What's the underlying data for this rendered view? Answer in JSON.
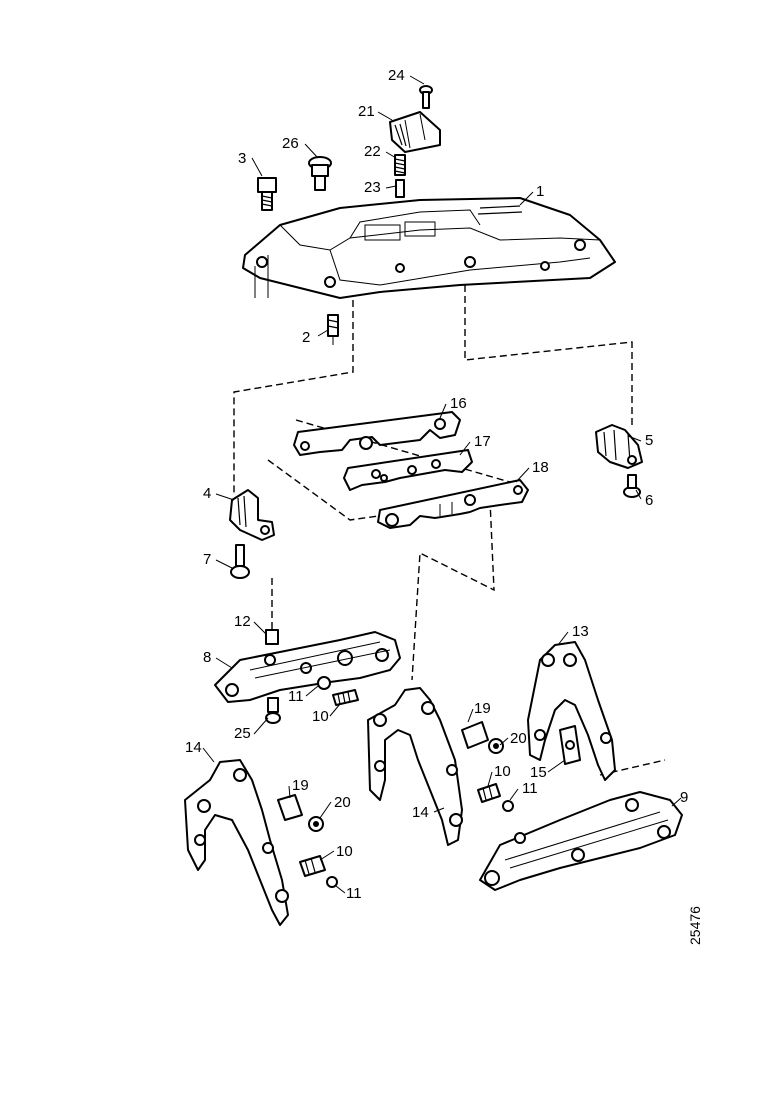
{
  "callouts": [
    "24",
    "21",
    "22",
    "26",
    "3",
    "23",
    "1",
    "2",
    "16",
    "17",
    "5",
    "18",
    "4",
    "6",
    "7",
    "12",
    "13",
    "8",
    "11",
    "10",
    "19",
    "25",
    "20",
    "14",
    "10",
    "15",
    "11",
    "9",
    "19",
    "20",
    "14",
    "10",
    "11"
  ],
  "document_number": "25476"
}
